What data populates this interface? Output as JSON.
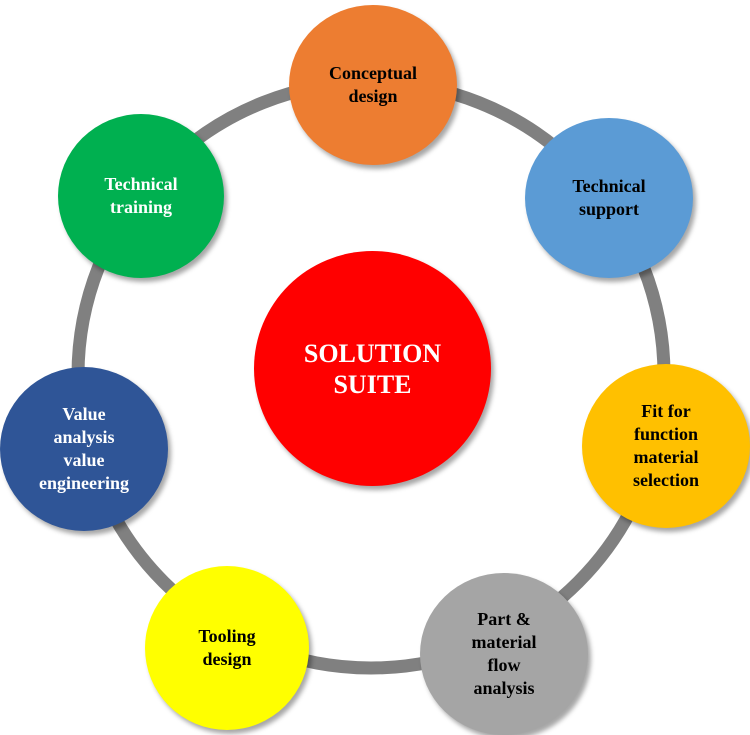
{
  "center": {
    "label": "SOLUTION\nSUITE",
    "color": "#ff0000",
    "text_color": "#ffffff"
  },
  "ring_color": "#808080",
  "nodes": [
    {
      "id": "conceptual",
      "label": "Conceptual\ndesign",
      "color": "#ed7d31",
      "text_color": "#000000"
    },
    {
      "id": "support",
      "label": "Technical\nsupport",
      "color": "#5b9bd5",
      "text_color": "#000000"
    },
    {
      "id": "fit",
      "label": "Fit for\nfunction\nmaterial\nselection",
      "color": "#ffc000",
      "text_color": "#000000"
    },
    {
      "id": "flow",
      "label": "Part &\nmaterial\nflow\nanalysis",
      "color": "#a5a5a5",
      "text_color": "#000000"
    },
    {
      "id": "tooling",
      "label": "Tooling\ndesign",
      "color": "#ffff00",
      "text_color": "#000000"
    },
    {
      "id": "value",
      "label": "Value\nanalysis\nvalue\nengineering",
      "color": "#2f5597",
      "text_color": "#ffffff"
    },
    {
      "id": "training",
      "label": "Technical\ntraining",
      "color": "#00b050",
      "text_color": "#ffffff"
    }
  ]
}
